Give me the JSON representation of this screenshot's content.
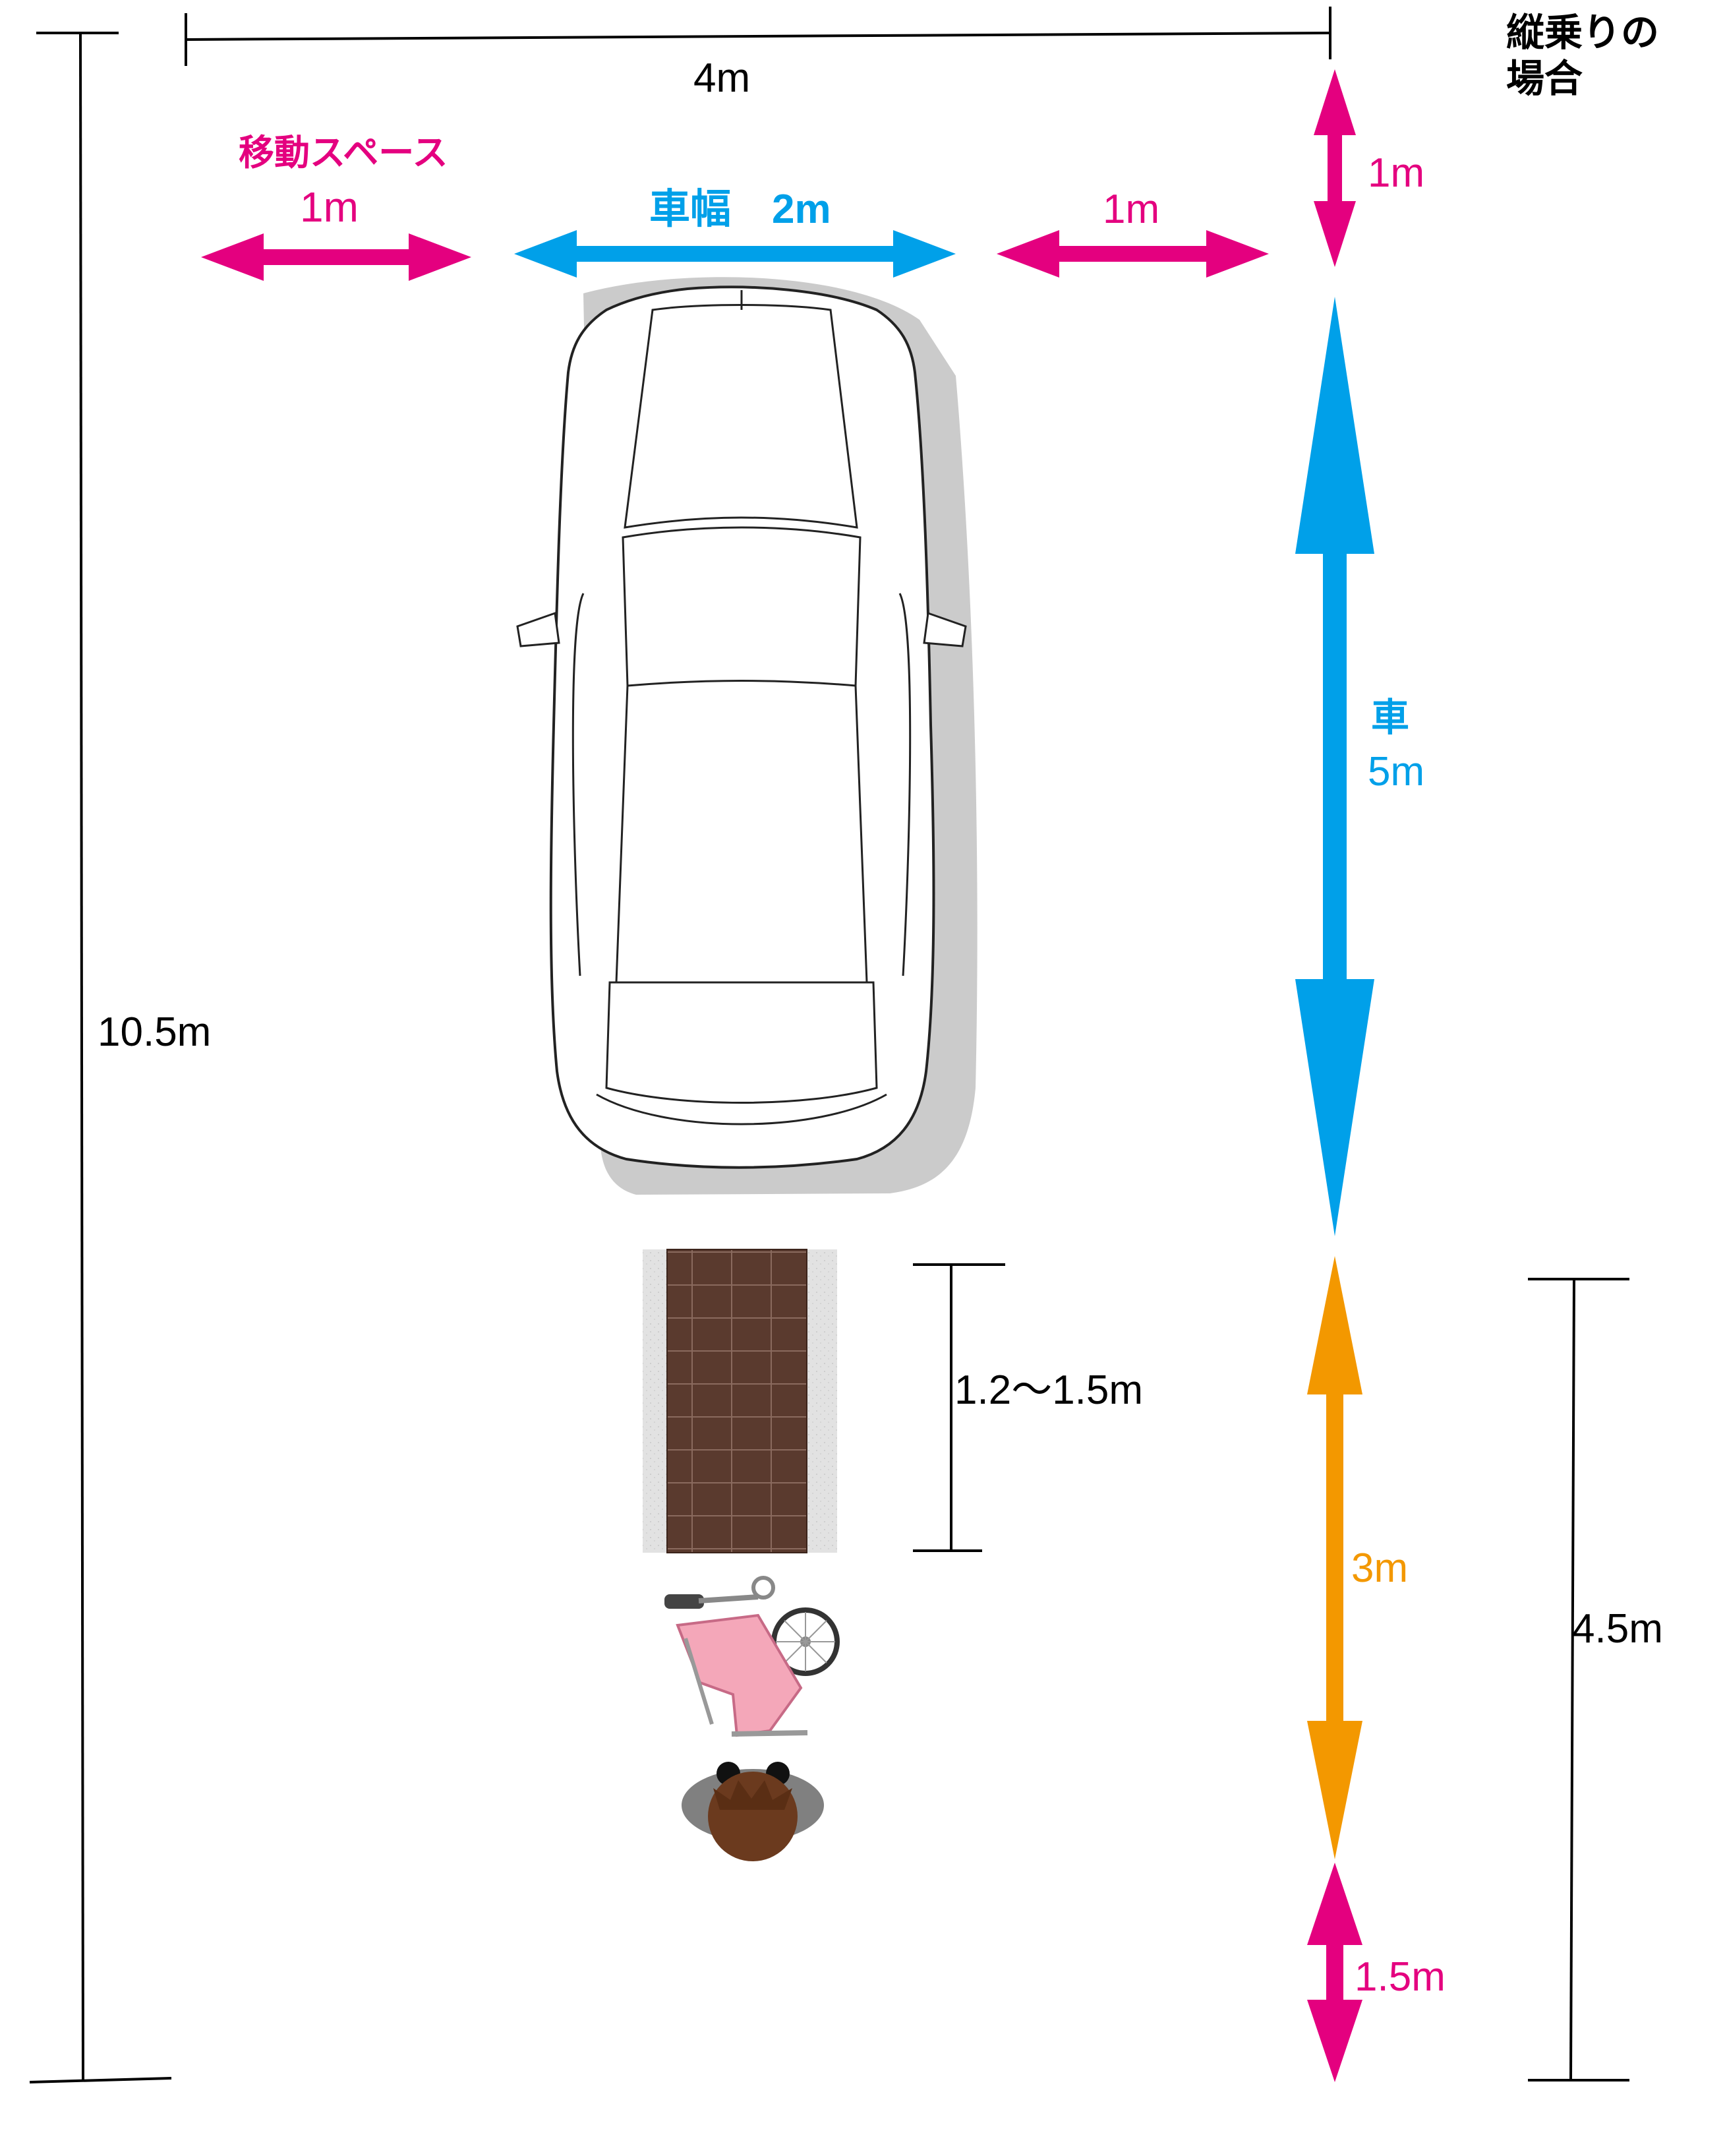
{
  "title": {
    "line1": "縦乗りの",
    "line2": "場合"
  },
  "labels": {
    "total_width": "4m",
    "total_length": "10.5m",
    "move_space_title": "移動スペース",
    "move_space_left": "1m",
    "car_width": "車幅　2m",
    "move_space_right": "1m",
    "front_space": "1m",
    "car_length_title": "車",
    "car_length": "5m",
    "ramp_length": "1.2～1.5m",
    "wheelchair_zone": "3m",
    "rear_space": "1.5m",
    "rear_total": "4.5m"
  },
  "colors": {
    "magenta": "#E4007F",
    "blue": "#00A0E9",
    "orange": "#F39800",
    "black": "#000000",
    "brick": "#5A3A2E",
    "wheelchair_pink": "#F4A7B9",
    "hair": "#6B3A1E"
  },
  "icons": {
    "car": "car-top-view-icon",
    "ramp": "brick-ramp-icon",
    "wheelchair": "folded-wheelchair-icon",
    "person": "person-top-view-icon"
  }
}
